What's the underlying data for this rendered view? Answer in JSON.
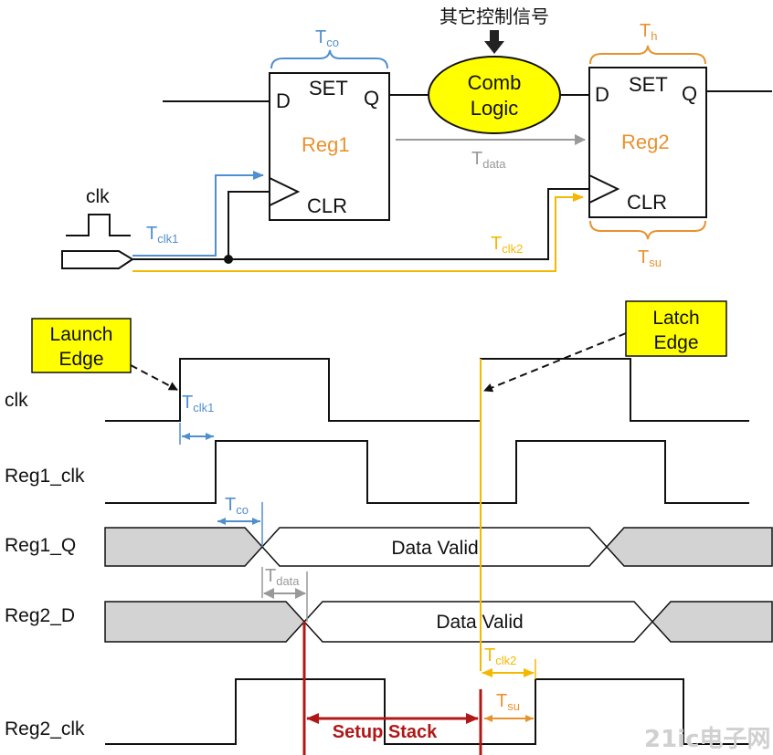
{
  "circuit": {
    "other_control_signals": "其它控制信号",
    "comb_logic_line1": "Comb",
    "comb_logic_line2": "Logic",
    "reg1": {
      "name": "Reg1",
      "d": "D",
      "set": "SET",
      "q": "Q",
      "clr": "CLR"
    },
    "reg2": {
      "name": "Reg2",
      "d": "D",
      "set": "SET",
      "q": "Q",
      "clr": "CLR"
    },
    "clk_label": "clk",
    "t_co": {
      "main": "T",
      "sub": "co"
    },
    "t_h": {
      "main": "T",
      "sub": "h"
    },
    "t_data": {
      "main": "T",
      "sub": "data"
    },
    "t_clk1": {
      "main": "T",
      "sub": "clk1"
    },
    "t_clk2": {
      "main": "T",
      "sub": "clk2"
    },
    "t_su": {
      "main": "T",
      "sub": "su"
    }
  },
  "timing": {
    "launch_edge_line1": "Launch",
    "launch_edge_line2": "Edge",
    "latch_edge_line1": "Latch",
    "latch_edge_line2": "Edge",
    "signals": [
      "clk",
      "Reg1_clk",
      "Reg1_Q",
      "Reg2_D",
      "Reg2_clk"
    ],
    "reg1_q_state": "Data Valid",
    "reg2_d_state": "Data Valid",
    "setup_stack": "Setup Stack",
    "t_clk1": {
      "main": "T",
      "sub": "clk1"
    },
    "t_co": {
      "main": "T",
      "sub": "co"
    },
    "t_data": {
      "main": "T",
      "sub": "data"
    },
    "t_clk2": {
      "main": "T",
      "sub": "clk2"
    },
    "t_su": {
      "main": "T",
      "sub": "su"
    }
  },
  "watermark": {
    "text": "21ic电子网"
  },
  "colors": {
    "blue": "#4f8fd0",
    "orange": "#e8922e",
    "gray": "#999999",
    "yellow_wire": "#f5b800",
    "callout_fill": "#ffff00",
    "comb_fill": "#ffff00",
    "setup_red": "#b01818",
    "hatch_gray": "#d3d3d3"
  }
}
